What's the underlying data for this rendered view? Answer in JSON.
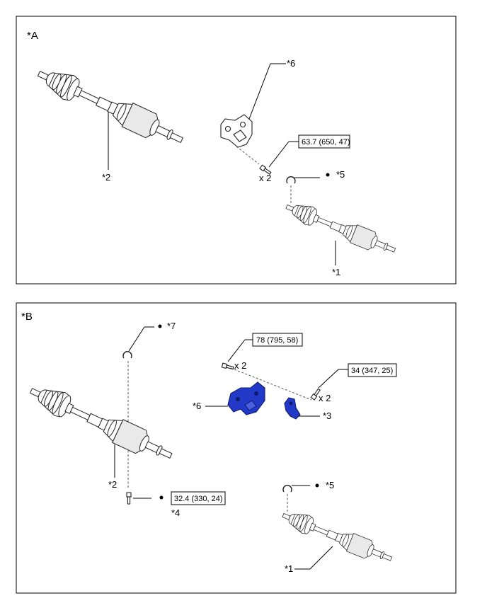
{
  "panel_a": {
    "label": "*A",
    "callouts": {
      "left_shaft": "*2",
      "bracket": "*6",
      "bolt_qty": "x 2",
      "torque": "63.7 (650, 47)",
      "snap_ring": "*5",
      "new_shaft": "*1"
    }
  },
  "panel_b": {
    "label": "*B",
    "callouts": {
      "snap_ring_top": "*7",
      "torque_top": "78 (795, 58)",
      "bolt_qty_top": "x 2",
      "torque_right": "34 (347, 25)",
      "bolt_qty_right": "x 2",
      "bracket": "*6",
      "bearing_lock": "*3",
      "left_shaft": "*2",
      "torque_bottom": "32.4 (330, 24)",
      "bolt": "*4",
      "snap_ring": "*5",
      "new_shaft": "*1"
    }
  },
  "colors": {
    "highlight_part": "#2339c8"
  }
}
